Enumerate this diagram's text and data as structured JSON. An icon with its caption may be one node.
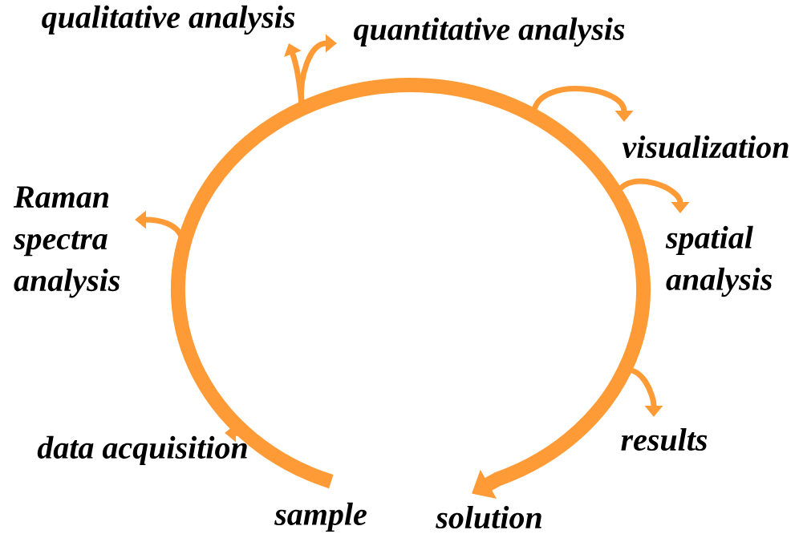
{
  "diagram": {
    "nodes": [
      {
        "text": [
          "qualitative analysis"
        ]
      },
      {
        "text": [
          "quantitative analysis"
        ]
      },
      {
        "text": [
          "visualization"
        ]
      },
      {
        "text": [
          "Raman spectra analysis"
        ]
      },
      {
        "text": [
          "spatial analysis"
        ]
      },
      {
        "text": [
          "results"
        ]
      },
      {
        "text": [
          "data acquisition"
        ]
      },
      {
        "text": [
          "sample"
        ]
      },
      {
        "text": [
          "solution"
        ]
      }
    ],
    "edges": [
      {
        "from": 7,
        "to": 8,
        "arrow": "to",
        "style": "thick"
      },
      {
        "from": null,
        "to": 0,
        "arrow": "to"
      },
      {
        "from": null,
        "to": 1,
        "arrow": "to"
      },
      {
        "from": null,
        "to": 2,
        "arrow": "to"
      },
      {
        "from": null,
        "to": 3,
        "arrow": "to"
      },
      {
        "from": null,
        "to": 4,
        "arrow": "to"
      },
      {
        "from": null,
        "to": 5,
        "arrow": "to"
      },
      {
        "from": null,
        "to": 6,
        "arrow": "to"
      }
    ]
  }
}
